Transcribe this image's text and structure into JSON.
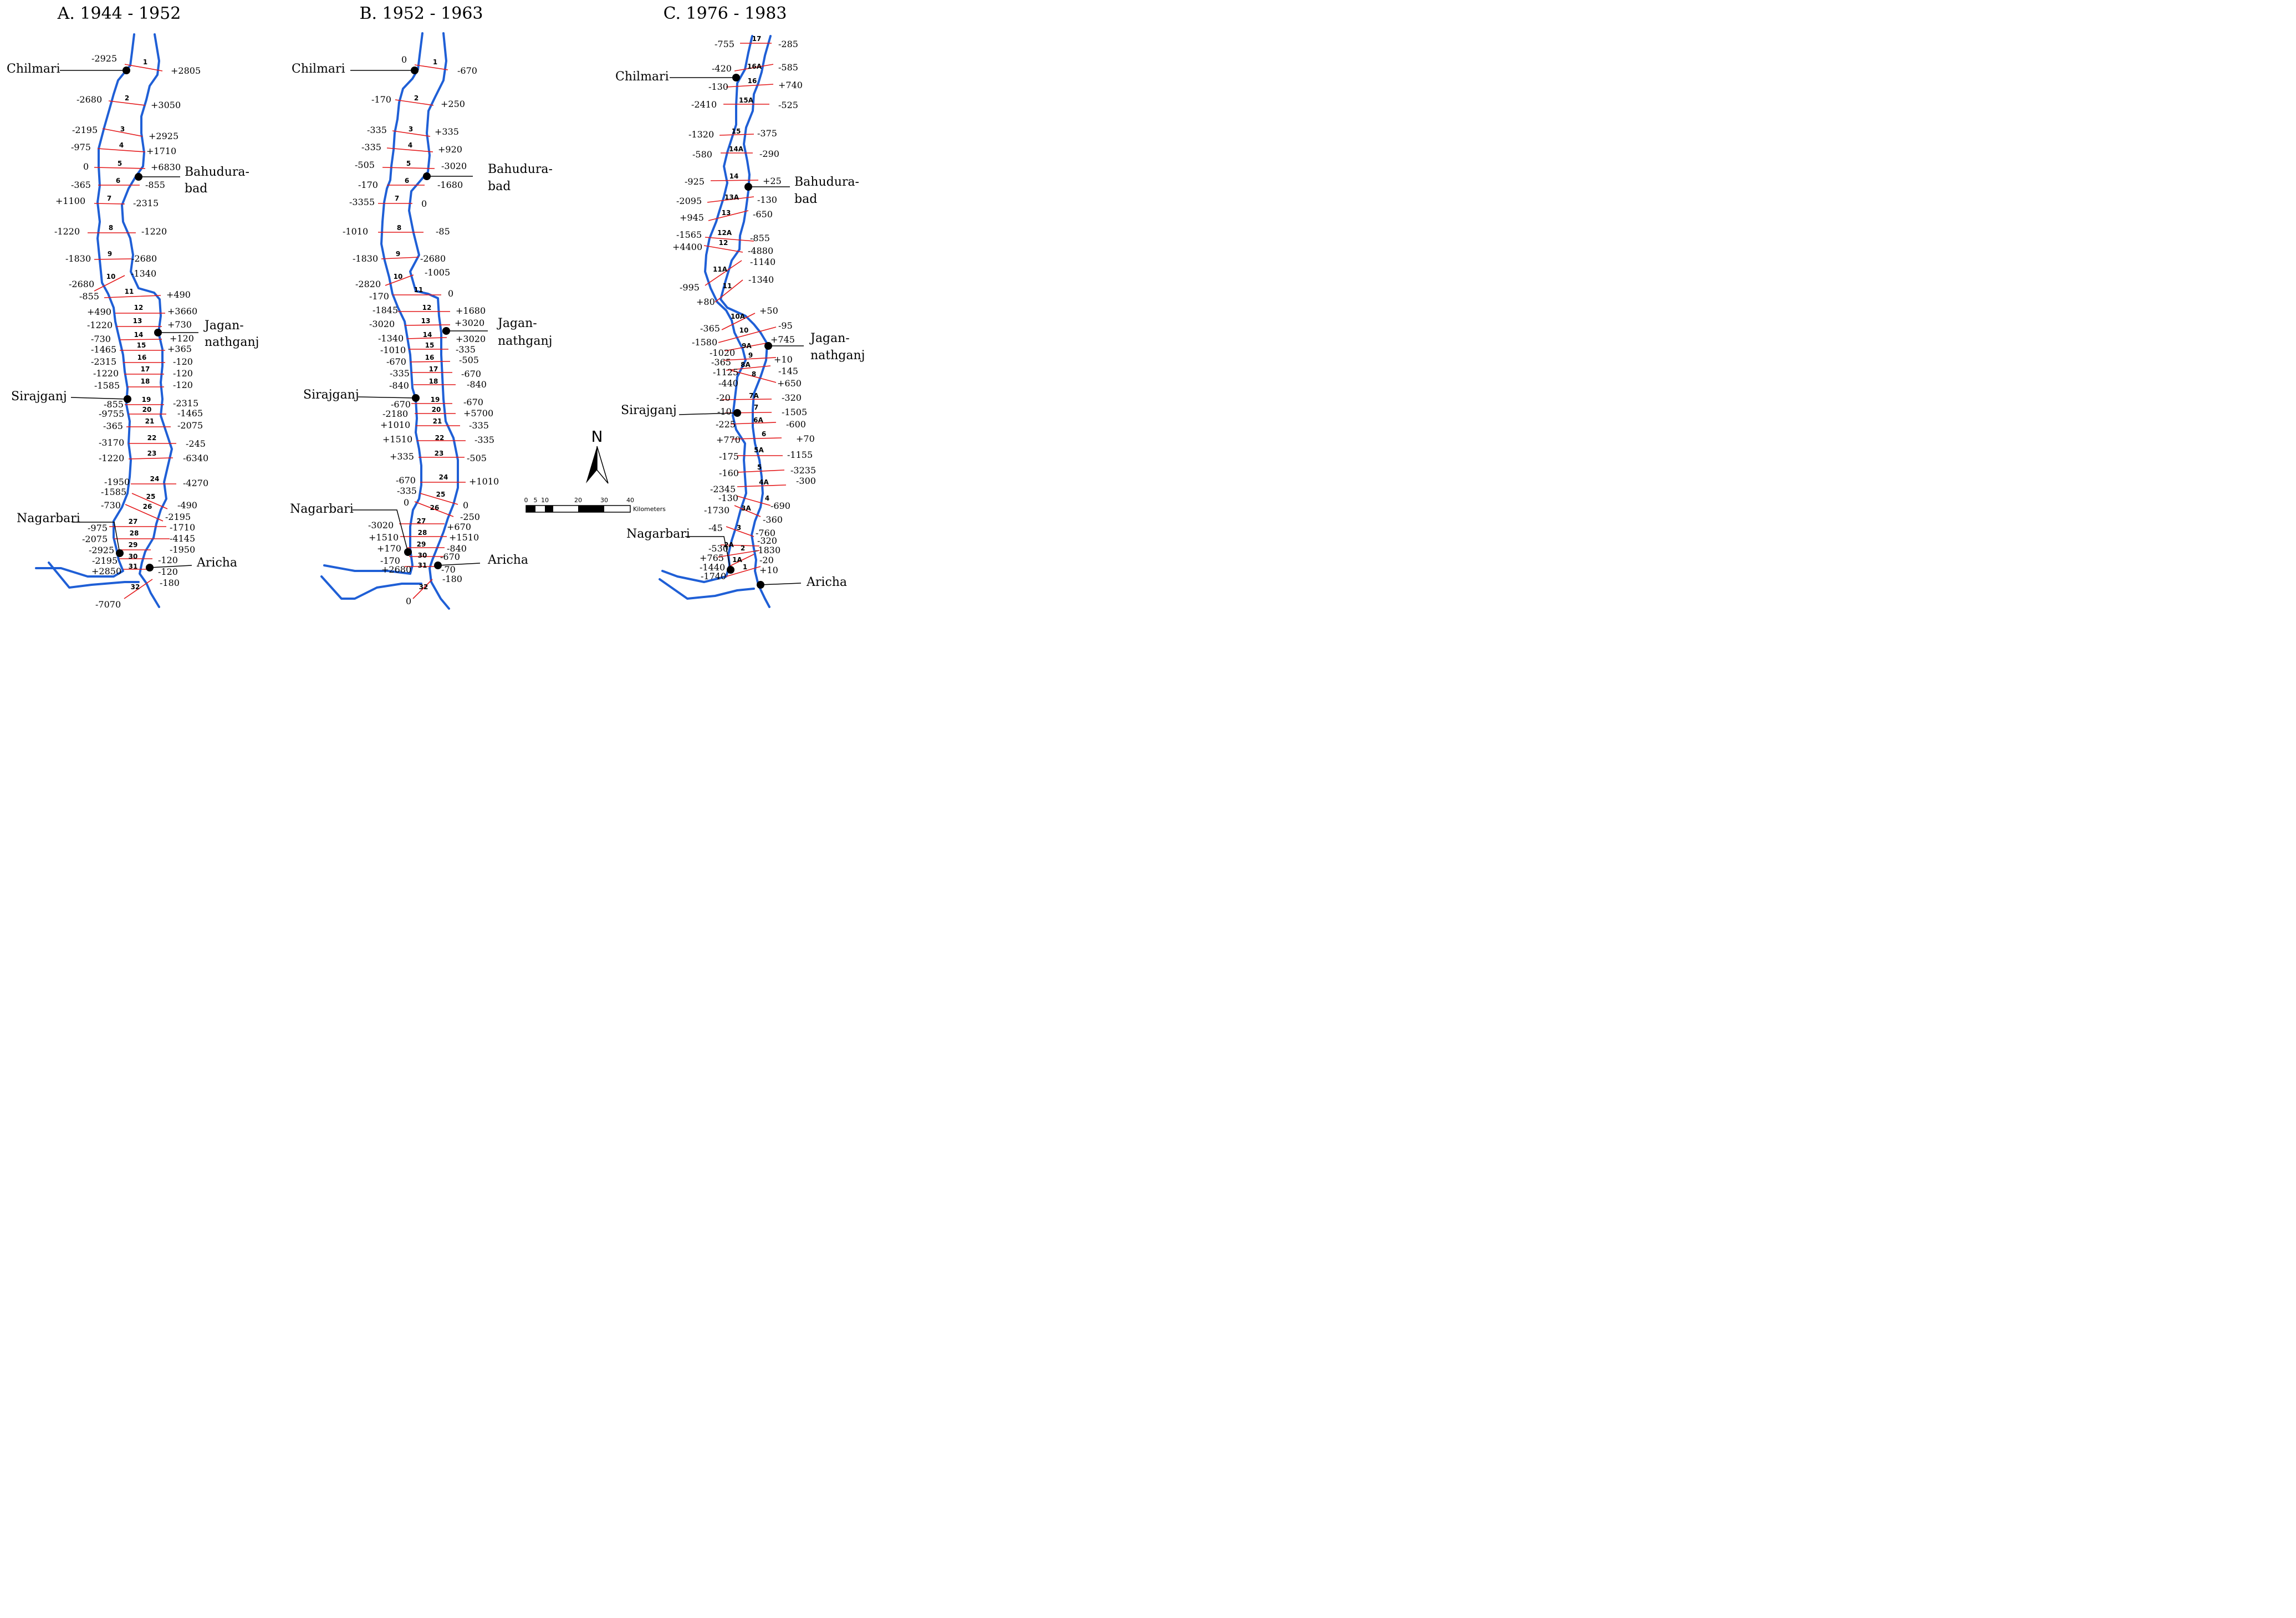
{
  "panels": [
    {
      "title": "A. 1944 - 1952",
      "places": [
        {
          "label": "Chilmari"
        },
        {
          "label": "Bahudura-"
        },
        {
          "label": "bad"
        },
        {
          "label": "Jagan-"
        },
        {
          "label": "nathganj"
        },
        {
          "label": "Sirajganj"
        },
        {
          "label": "Nagarbari"
        },
        {
          "label": "Aricha"
        }
      ],
      "sections": [
        {
          "id": "1",
          "left": "-2925",
          "right": "+2805"
        },
        {
          "id": "2",
          "left": "-2680",
          "right": "+3050"
        },
        {
          "id": "3",
          "left": "-2195",
          "right": "+2925"
        },
        {
          "id": "4",
          "left": "-975",
          "right": "+1710"
        },
        {
          "id": "5",
          "left": "0",
          "right": "+6830"
        },
        {
          "id": "6",
          "left": "-365",
          "right": "-855"
        },
        {
          "id": "7",
          "left": "+1100",
          "right": "-2315"
        },
        {
          "id": "8",
          "left": "-1220",
          "right": "-1220"
        },
        {
          "id": "9",
          "left": "-1830",
          "right": "-2680"
        },
        {
          "id": "10",
          "left": "-2680",
          "right": "-1340"
        },
        {
          "id": "11",
          "left": "-855",
          "right": "+490"
        },
        {
          "id": "12",
          "left": "+490",
          "right": "+3660"
        },
        {
          "id": "13",
          "left": "-1220",
          "right": "+730"
        },
        {
          "id": "14",
          "left": "-730",
          "right": "+120"
        },
        {
          "id": "15",
          "left": "-1465",
          "right": "+365"
        },
        {
          "id": "16",
          "left": "-2315",
          "right": "-120"
        },
        {
          "id": "17",
          "left": "-1220",
          "right": "-120"
        },
        {
          "id": "18",
          "left": "-1585",
          "right": "-120"
        },
        {
          "id": "19",
          "left": "-855",
          "right": "-2315"
        },
        {
          "id": "20",
          "left": "-9755",
          "right": "-1465"
        },
        {
          "id": "21",
          "left": "-365",
          "right": "-2075"
        },
        {
          "id": "22",
          "left": "-3170",
          "right": "-245"
        },
        {
          "id": "23",
          "left": "-1220",
          "right": "-6340"
        },
        {
          "id": "24",
          "left": "-1950",
          "right": "-4270"
        },
        {
          "id": "25",
          "left": "-1585",
          "right": "-490"
        },
        {
          "id": "26",
          "left": "-730",
          "right": "-2195"
        },
        {
          "id": "27",
          "left": "-975",
          "right": "-1710"
        },
        {
          "id": "28",
          "left": "-2075",
          "right": "-4145"
        },
        {
          "id": "29",
          "left": "-2925",
          "right": "-1950"
        },
        {
          "id": "30",
          "left": "-2195",
          "right": "-120"
        },
        {
          "id": "31",
          "left": "+2850",
          "right": "-120"
        },
        {
          "id": "32",
          "left": "-7070",
          "right": "-180"
        }
      ]
    },
    {
      "title": "B. 1952 - 1963",
      "places": [
        {
          "label": "Chilmari"
        },
        {
          "label": "Bahudura-"
        },
        {
          "label": "bad"
        },
        {
          "label": "Jagan-"
        },
        {
          "label": "nathganj"
        },
        {
          "label": "Sirajganj"
        },
        {
          "label": "Nagarbari"
        },
        {
          "label": "Aricha"
        }
      ],
      "sections": [
        {
          "id": "1",
          "left": "0",
          "right": "-670"
        },
        {
          "id": "2",
          "left": "-170",
          "right": "+250"
        },
        {
          "id": "3",
          "left": "-335",
          "right": "+335"
        },
        {
          "id": "4",
          "left": "-335",
          "right": "+920"
        },
        {
          "id": "5",
          "left": "-505",
          "right": "-3020"
        },
        {
          "id": "6",
          "left": "-170",
          "right": "-1680"
        },
        {
          "id": "7",
          "left": "-3355",
          "right": "0"
        },
        {
          "id": "8",
          "left": "-1010",
          "right": "-85"
        },
        {
          "id": "9",
          "left": "-1830",
          "right": "-2680"
        },
        {
          "id": "10",
          "left": "-2820",
          "right": "-1005"
        },
        {
          "id": "11",
          "left": "-170",
          "right": "0"
        },
        {
          "id": "12",
          "left": "-1845",
          "right": "+1680"
        },
        {
          "id": "13",
          "left": "-3020",
          "right": "+3020"
        },
        {
          "id": "14",
          "left": "-1340",
          "right": "+3020"
        },
        {
          "id": "15",
          "left": "-1010",
          "right": "-335"
        },
        {
          "id": "16",
          "left": "-670",
          "right": "-505"
        },
        {
          "id": "17",
          "left": "-335",
          "right": "-670"
        },
        {
          "id": "18",
          "left": "-840",
          "right": "-840"
        },
        {
          "id": "19",
          "left": "-670",
          "right": "-670"
        },
        {
          "id": "20",
          "left": "-2180",
          "right": "+5700"
        },
        {
          "id": "21",
          "left": "+1010",
          "right": "-335"
        },
        {
          "id": "22",
          "left": "+1510",
          "right": "-335"
        },
        {
          "id": "23",
          "left": "+335",
          "right": "-505"
        },
        {
          "id": "24",
          "left": "-670",
          "right": "+1010"
        },
        {
          "id": "25",
          "left": "-335",
          "right": "0"
        },
        {
          "id": "26",
          "left": "0",
          "right": "-250"
        },
        {
          "id": "27",
          "left": "-3020",
          "right": "+670"
        },
        {
          "id": "28",
          "left": "+1510",
          "right": "+1510"
        },
        {
          "id": "29",
          "left": "+170",
          "right": "-840"
        },
        {
          "id": "30",
          "left": "-170",
          "right": "-670"
        },
        {
          "id": "31",
          "left": "+2680",
          "right": "-70"
        },
        {
          "id": "32",
          "left": "0",
          "right": "-180"
        }
      ]
    },
    {
      "title": "C. 1976 - 1983",
      "places": [
        {
          "label": "Chilmari"
        },
        {
          "label": "Bahudura-"
        },
        {
          "label": "bad"
        },
        {
          "label": "Jagan-"
        },
        {
          "label": "nathganj"
        },
        {
          "label": "Sirajganj"
        },
        {
          "label": "Nagarbari"
        },
        {
          "label": "Aricha"
        }
      ],
      "sections": [
        {
          "id": "17",
          "left": "-755",
          "right": "-285"
        },
        {
          "id": "16A",
          "left": "-420",
          "right": "-585"
        },
        {
          "id": "16",
          "left": "-130",
          "right": "+740"
        },
        {
          "id": "15A",
          "left": "-2410",
          "right": "-525"
        },
        {
          "id": "15",
          "left": "-1320",
          "right": "-375"
        },
        {
          "id": "14A",
          "left": "-580",
          "right": "-290"
        },
        {
          "id": "14",
          "left": "-925",
          "right": "+25"
        },
        {
          "id": "13A",
          "left": "-2095",
          "right": "-130"
        },
        {
          "id": "13",
          "left": "+945",
          "right": "-650"
        },
        {
          "id": "12A",
          "left": "-1565",
          "right": "-855"
        },
        {
          "id": "12",
          "left": "+4400",
          "right": "-4880"
        },
        {
          "id": "11A",
          "left": "-995",
          "right": "-1140"
        },
        {
          "id": "11",
          "left": "+80",
          "right": "-1340"
        },
        {
          "id": "10A",
          "left": "-365",
          "right": "+50"
        },
        {
          "id": "10",
          "left": "-1580",
          "right": "-95"
        },
        {
          "id": "9A",
          "left": "-1020",
          "right": "+745"
        },
        {
          "id": "9",
          "left": "-365",
          "right": "+10"
        },
        {
          "id": "8A",
          "left": "-1125",
          "right": "-145"
        },
        {
          "id": "8",
          "left": "-440",
          "right": "+650"
        },
        {
          "id": "7A",
          "left": "-20",
          "right": "-320"
        },
        {
          "id": "7",
          "left": "-10",
          "right": "-1505"
        },
        {
          "id": "6A",
          "left": "-225",
          "right": "-600"
        },
        {
          "id": "6",
          "left": "+770",
          "right": "+70"
        },
        {
          "id": "5A",
          "left": "-175",
          "right": "-1155"
        },
        {
          "id": "5",
          "left": "-160",
          "right": "-3235"
        },
        {
          "id": "4A",
          "left": "-2345",
          "right": "-300"
        },
        {
          "id": "4",
          "left": "-130",
          "right": "-690"
        },
        {
          "id": "3A",
          "left": "-1730",
          "right": "-360"
        },
        {
          "id": "3",
          "left": "-45",
          "right": "-760"
        },
        {
          "id": "2A",
          "left": "-530",
          "right": "-320"
        },
        {
          "id": "2",
          "left": "+765",
          "right": "-1830"
        },
        {
          "id": "1A",
          "left": "-1440",
          "right": "-20"
        },
        {
          "id": "1",
          "left": "-1740",
          "right": "+10"
        }
      ]
    }
  ],
  "north_arrow": {
    "label": "N"
  },
  "scale_bar": {
    "ticks": [
      "0",
      "5",
      "10",
      "20",
      "30",
      "40"
    ],
    "unit": "Kilometers"
  },
  "colors": {
    "river": "#1f5fd6",
    "section_line": "#e41a1c",
    "settlement": "#000000"
  }
}
